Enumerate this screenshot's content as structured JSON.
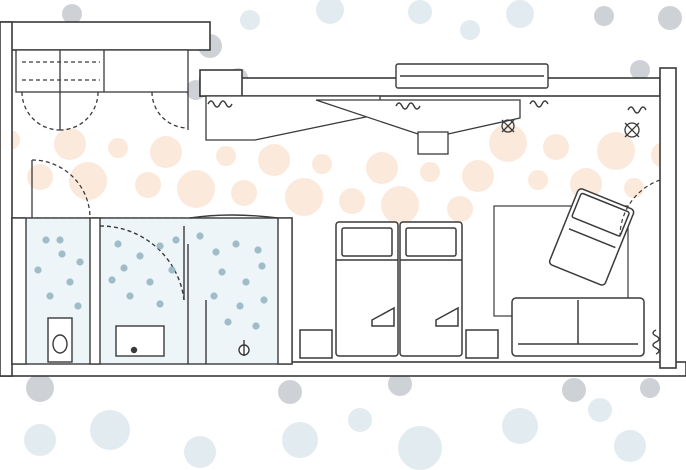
{
  "colors": {
    "background": "#ffffff",
    "grey_dot": "#c9ccd1",
    "blue_dot": "#dfe9ee",
    "peach_dot": "#f8d7bf",
    "tile_dot": "#8fb3c0",
    "wall_fill": "#ffffff",
    "line": "#3a3a3a",
    "wet_area": "#e9f2f5"
  },
  "icons": {
    "ceiling_fan": "fan-x-symbol",
    "radiator": "wave-radiator-symbol",
    "door": "door-swing-arc"
  },
  "furniture": {
    "beds": 2,
    "sofa": 1,
    "armchair": 1,
    "wardrobe_doors": 4
  }
}
